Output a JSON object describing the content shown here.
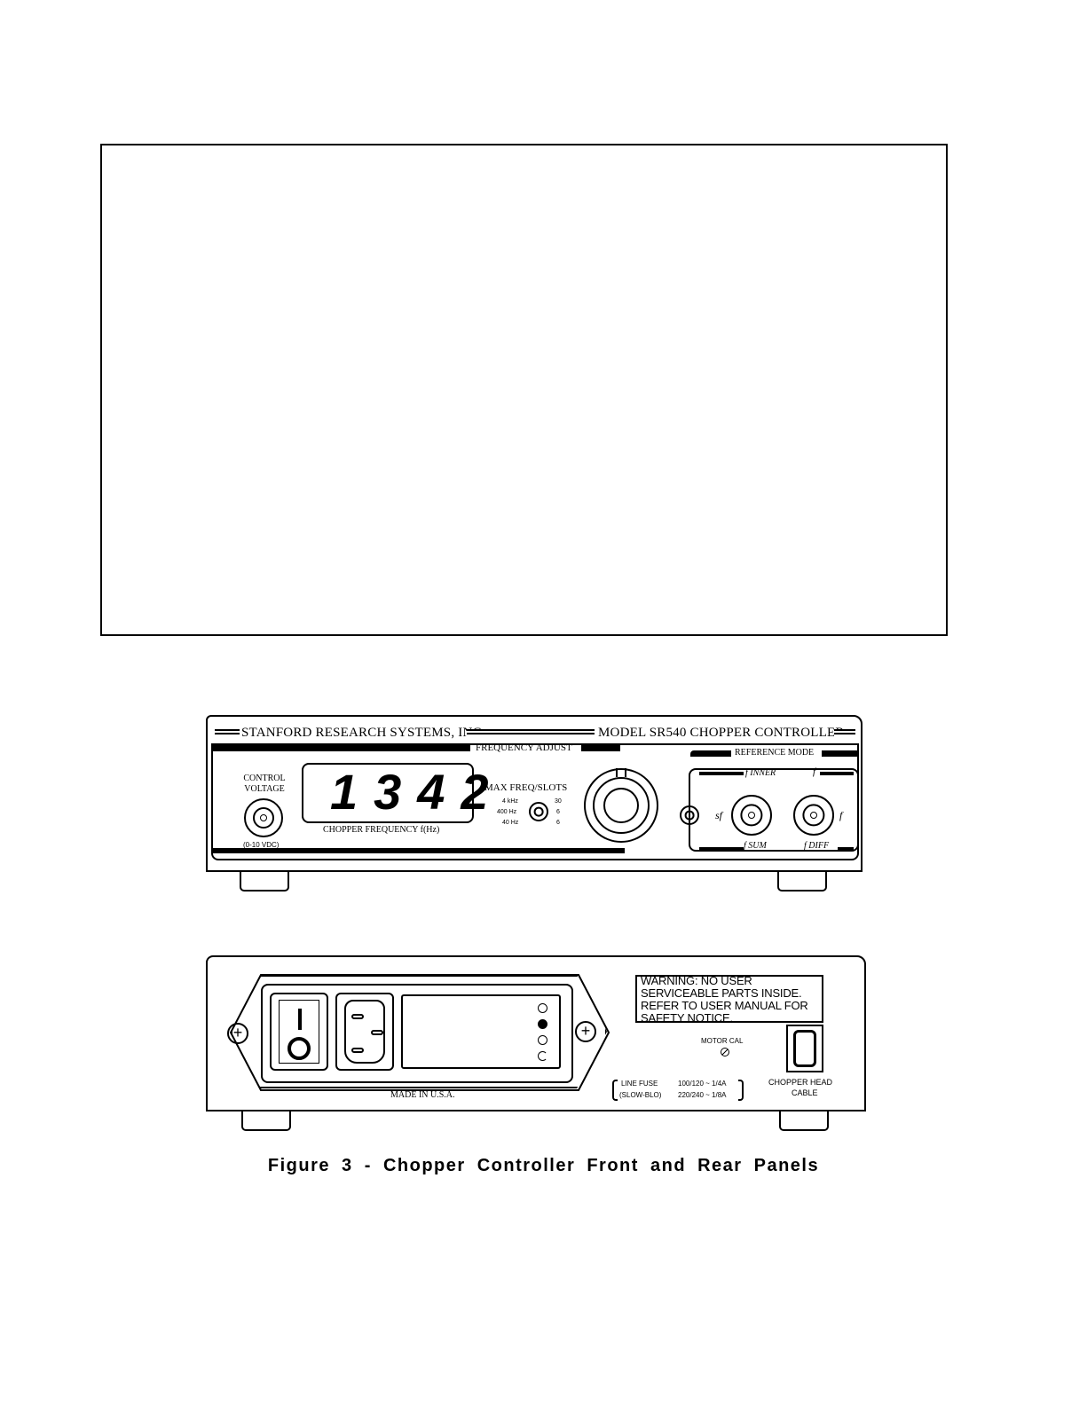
{
  "figure_caption": "Figure 3 - Chopper Controller Front and Rear Panels",
  "front_panel": {
    "brand": "STANFORD RESEARCH SYSTEMS, INC.",
    "model": "MODEL SR540 CHOPPER CONTROLLER",
    "control_voltage_label_1": "CONTROL",
    "control_voltage_label_2": "VOLTAGE",
    "control_voltage_range": "(0-10 VDC)",
    "display_value": "1342",
    "display_label": "CHOPPER FREQUENCY f(Hz)",
    "frequency_adjust": "FREQUENCY ADJUST",
    "max_freq_slots": "MAX FREQ/SLOTS",
    "range_rows": [
      {
        "freq": "4 kHz",
        "slots": "30"
      },
      {
        "freq": "400 Hz",
        "slots": "6"
      },
      {
        "freq": "40 Hz",
        "slots": "6"
      }
    ],
    "reference_mode": "REFERENCE MODE",
    "ref_inner": "f INNER",
    "ref_f_top": "f",
    "ref_sf": "sf",
    "ref_f_right": "f",
    "ref_sum": "f SUM",
    "ref_diff": "f DIFF"
  },
  "rear_panel": {
    "made_in": "MADE IN U.S.A.",
    "warning_lines": [
      "WARNING: NO USER",
      "SERVICEABLE PARTS INSIDE.",
      "REFER TO USER MANUAL FOR",
      "SAFETY NOTICE."
    ],
    "motor_cal": "MOTOR CAL",
    "line_fuse": "LINE FUSE",
    "slow_blo": "(SLOW-BLO)",
    "fuse_rating_1": "100/120 ~ 1/4A",
    "fuse_rating_2": "220/240 ~ 1/8A",
    "chopper_head": "CHOPPER HEAD",
    "cable": "CABLE"
  }
}
